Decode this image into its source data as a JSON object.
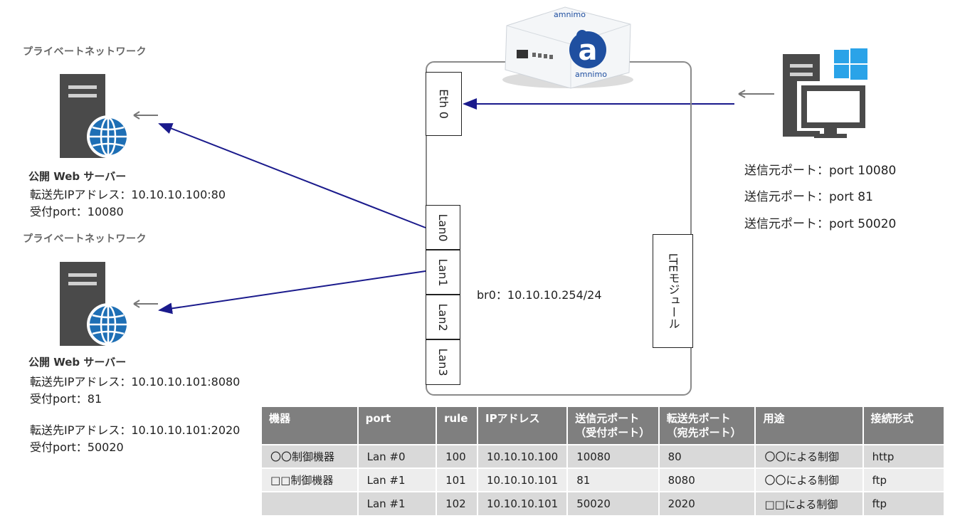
{
  "left": {
    "top": {
      "network_label": "プライベートネットワーク",
      "server_title": "公開 Web サーバー",
      "line1": "転送先IPアドレス：10.10.10.100:80",
      "line2": "受付port：10080"
    },
    "bottom": {
      "network_label": "プライベートネットワーク",
      "server_title": "公開 Web サーバー",
      "line1": "転送先IPアドレス：10.10.10.101:8080",
      "line2": "受付port：81",
      "line3": "転送先IPアドレス：10.10.10.101:2020",
      "line4": "受付port：50020"
    }
  },
  "router": {
    "eth": "Eth 0",
    "lans": [
      "Lan0",
      "Lan1",
      "Lan2",
      "Lan3"
    ],
    "lte": "LTEモジュール",
    "br0": "br0：10.10.10.254/24",
    "device_brand": "amnimo"
  },
  "client": {
    "ports": [
      "送信元ポート：port 10080",
      "送信元ポート：port 81",
      "送信元ポート：port 50020"
    ]
  },
  "table": {
    "headers": [
      [
        "機器"
      ],
      [
        "port"
      ],
      [
        "rule"
      ],
      [
        "IPアドレス"
      ],
      [
        "送信元ポート",
        "（受付ポート）"
      ],
      [
        "転送先ポート",
        "（宛先ポート）"
      ],
      [
        "用途"
      ],
      [
        "接続形式"
      ]
    ],
    "rows": [
      [
        "〇〇制御機器",
        "Lan #0",
        "100",
        "10.10.10.100",
        "10080",
        "80",
        "〇〇による制御",
        "http"
      ],
      [
        "□□制御機器",
        "Lan #1",
        "101",
        "10.10.10.101",
        "81",
        "8080",
        "〇〇による制御",
        "ftp"
      ],
      [
        "",
        "Lan #1",
        "102",
        "10.10.10.101",
        "50020",
        "2020",
        "□□による制御",
        "ftp"
      ]
    ]
  },
  "colors": {
    "arrow": "#1a1a8c",
    "server_body": "#4a4a4a",
    "globe": "#1e6fb5",
    "windows": "#2aa3e8",
    "table_header": "#7f7f7f"
  }
}
